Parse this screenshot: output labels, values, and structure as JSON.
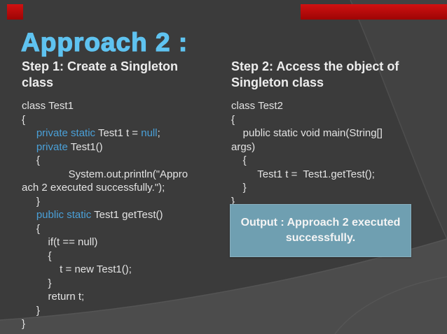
{
  "slide": {
    "title": "Approach 2 :",
    "colors": {
      "background": "#3b3b3b",
      "accent_title": "#5fc3f0",
      "keyword_blue": "#4aa0d8",
      "red_accent": "#c00a0a",
      "output_box_bg": "#6f9fb1",
      "swoosh_gray": "#4c4c4c"
    }
  },
  "left": {
    "heading": "Step 1: Create a Singleton class",
    "code": [
      {
        "segments": [
          {
            "t": "class Test1",
            "k": false
          }
        ]
      },
      {
        "segments": [
          {
            "t": "{",
            "k": false
          }
        ]
      },
      {
        "segments": [
          {
            "t": "     ",
            "k": false
          },
          {
            "t": "private static ",
            "k": true
          },
          {
            "t": "Test1 t = ",
            "k": false
          },
          {
            "t": "null",
            "k": true
          },
          {
            "t": ";",
            "k": false
          }
        ]
      },
      {
        "segments": [
          {
            "t": "     ",
            "k": false
          },
          {
            "t": "private ",
            "k": true
          },
          {
            "t": "Test1()",
            "k": false
          }
        ]
      },
      {
        "segments": [
          {
            "t": "     {",
            "k": false
          }
        ]
      },
      {
        "segments": [
          {
            "t": "                System.out.println(\"Appro",
            "k": false
          }
        ]
      },
      {
        "segments": [
          {
            "t": "ach 2 executed successfully.\");",
            "k": false
          }
        ]
      },
      {
        "segments": [
          {
            "t": "     }",
            "k": false
          }
        ]
      },
      {
        "segments": [
          {
            "t": "     ",
            "k": false
          },
          {
            "t": "public static ",
            "k": true
          },
          {
            "t": "Test1 getTest()",
            "k": false
          }
        ]
      },
      {
        "segments": [
          {
            "t": "     {",
            "k": false
          }
        ]
      },
      {
        "segments": [
          {
            "t": "         if(t == null)",
            "k": false
          }
        ]
      },
      {
        "segments": [
          {
            "t": "         {",
            "k": false
          }
        ]
      },
      {
        "segments": [
          {
            "t": "             t = new Test1();",
            "k": false
          }
        ]
      },
      {
        "segments": [
          {
            "t": "         }",
            "k": false
          }
        ]
      },
      {
        "segments": [
          {
            "t": "         return t;",
            "k": false
          }
        ]
      },
      {
        "segments": [
          {
            "t": "     }",
            "k": false
          }
        ]
      },
      {
        "segments": [
          {
            "t": "}",
            "k": false
          }
        ]
      }
    ]
  },
  "right": {
    "heading": "Step 2: Access the object of Singleton class",
    "code": [
      {
        "segments": [
          {
            "t": "class Test2",
            "k": false
          }
        ]
      },
      {
        "segments": [
          {
            "t": "{",
            "k": false
          }
        ]
      },
      {
        "segments": [
          {
            "t": "    public static void main(String[]",
            "k": false
          }
        ]
      },
      {
        "segments": [
          {
            "t": "args)",
            "k": false
          }
        ]
      },
      {
        "segments": [
          {
            "t": "    {",
            "k": false
          }
        ]
      },
      {
        "segments": [
          {
            "t": "         Test1 t =  Test1.getTest();",
            "k": false
          }
        ]
      },
      {
        "segments": [
          {
            "t": "    }",
            "k": false
          }
        ]
      },
      {
        "segments": [
          {
            "t": "}",
            "k": false
          }
        ]
      }
    ]
  },
  "output_box": {
    "text": "Output : Approach 2 executed successfully."
  }
}
